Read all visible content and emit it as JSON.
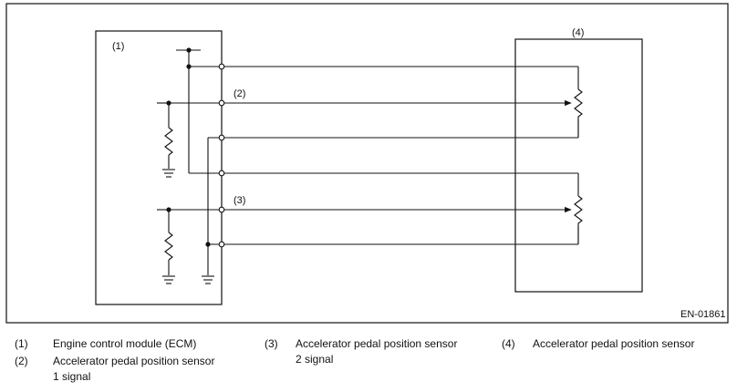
{
  "diagram": {
    "ecm_callout": "(1)",
    "sensor_callout": "(4)",
    "signal1_callout": "(2)",
    "signal2_callout": "(3)",
    "figure_code": "EN-01861"
  },
  "legend": [
    {
      "num": "(1)",
      "lines": [
        "Engine control module (ECM)"
      ]
    },
    {
      "num": "(2)",
      "lines": [
        "Accelerator pedal position sensor",
        "1 signal"
      ]
    },
    {
      "num": "(3)",
      "lines": [
        "Accelerator pedal position sensor",
        "2 signal"
      ]
    },
    {
      "num": "(4)",
      "lines": [
        "Accelerator pedal position sensor"
      ]
    }
  ]
}
